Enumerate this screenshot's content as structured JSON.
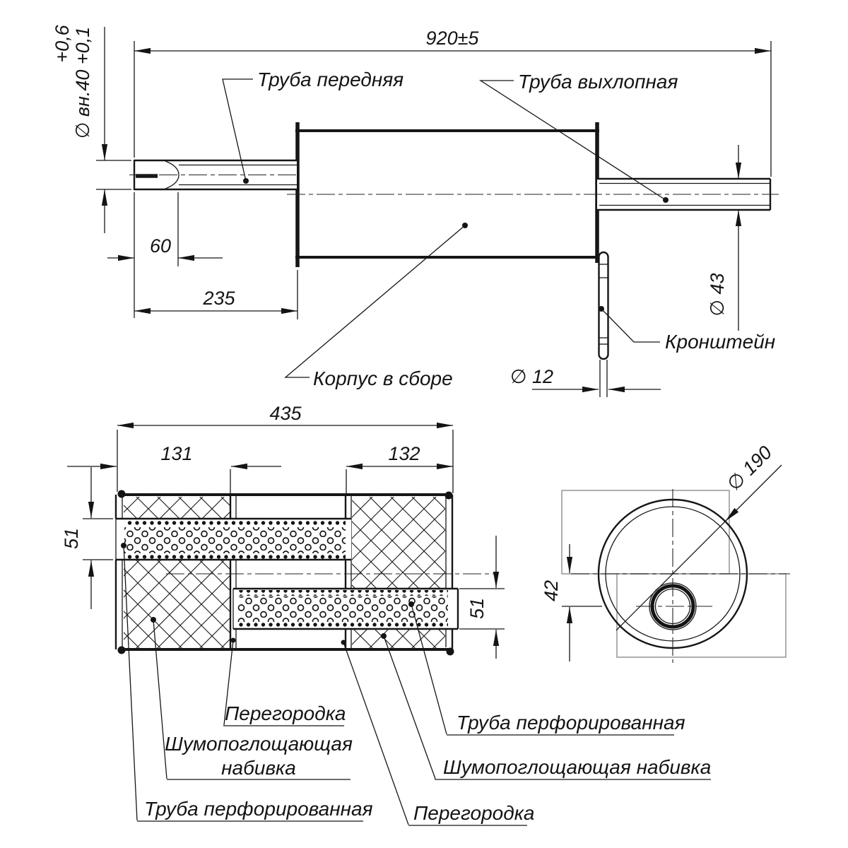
{
  "top_view": {
    "dim_overall_length": "920±5",
    "dim_inlet_tol_upper": "+0,6",
    "dim_inlet_diameter": "∅ вн.40 +0,1",
    "dim_inlet_offset": "60",
    "dim_front_pipe_length": "235",
    "dim_exhaust_pipe_diameter": "∅ 43",
    "dim_bracket_diameter": "∅ 12",
    "label_front_pipe": "Труба передняя",
    "label_exhaust_pipe": "Труба выхлопная",
    "label_bracket": "Кронштейн",
    "label_body_assembly": "Корпус в сборе"
  },
  "section_view": {
    "dim_body_length": "435",
    "dim_chamber_left": "131",
    "dim_chamber_right": "132",
    "dim_pipe_dia_left": "51",
    "dim_pipe_dia_right": "51",
    "label_partition_left": "Перегородка",
    "label_stuffing_left_line1": "Шумопоглощающая",
    "label_stuffing_left_line2": "набивка",
    "label_perforated_pipe_left": "Труба перфорированная",
    "label_perforated_pipe_right": "Труба перфорированная",
    "label_stuffing_right": "Шумопоглощающая набивка",
    "label_partition_right": "Перегородка"
  },
  "end_view": {
    "dim_body_diameter": "∅ 190",
    "dim_pipe_offset": "42"
  },
  "colors": {
    "line": "#161616",
    "aux": "#9b9b9b",
    "background": "#ffffff"
  }
}
